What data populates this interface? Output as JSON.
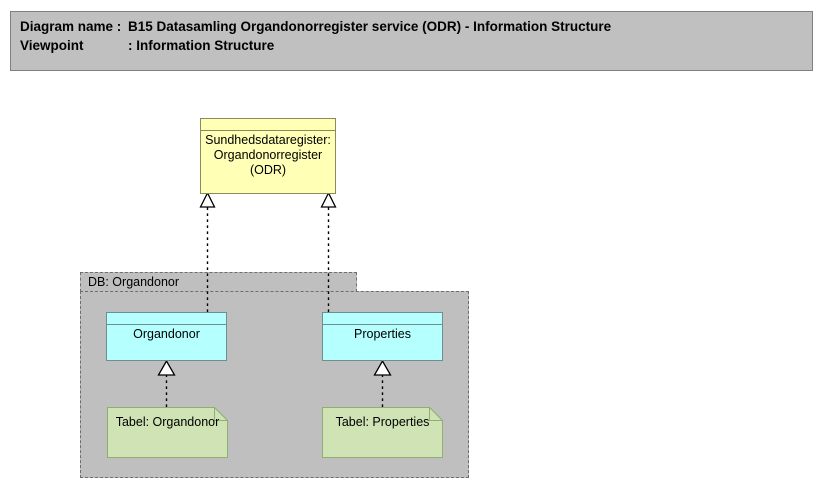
{
  "header": {
    "line1_label": "Diagram name :",
    "line1_value": "B15 Datasamling Organdonorregister service (ODR) - Information Structure",
    "line2_label": "Viewpoint",
    "line2_value": ": Information Structure",
    "background_color": "#c0c0c0",
    "border_color": "#808080"
  },
  "diagram": {
    "type": "archimate-information-structure",
    "collection": {
      "label": "Sundhedsdataregister:\nOrgandonorregister\n(ODR)",
      "fill_color": "#ffffb5",
      "border_color": "#8a8a5e"
    },
    "group": {
      "label": "DB: Organdonor",
      "fill_color": "#bfbfbf",
      "border_color": "#6e6e6e",
      "border_style": "dashed"
    },
    "entities": [
      {
        "label": "Organdonor",
        "fill_color": "#b5ffff",
        "border_color": "#6e8f8f"
      },
      {
        "label": "Properties",
        "fill_color": "#b5ffff",
        "border_color": "#6e8f8f"
      }
    ],
    "tables": [
      {
        "label": "Tabel: Organdonor",
        "fill_color": "#cfe3b4",
        "border_color": "#8fae72"
      },
      {
        "label": "Tabel: Properties",
        "fill_color": "#cfe3b4",
        "border_color": "#8fae72"
      }
    ],
    "relations": [
      {
        "name": "realization",
        "from": "Organdonor",
        "to": "Sundhedsdataregister: Organdonorregister (ODR)",
        "line_style": "dotted",
        "arrowhead": "hollow-triangle"
      },
      {
        "name": "realization",
        "from": "Properties",
        "to": "Sundhedsdataregister: Organdonorregister (ODR)",
        "line_style": "dotted",
        "arrowhead": "hollow-triangle"
      },
      {
        "name": "realization",
        "from": "Tabel: Organdonor",
        "to": "Organdonor",
        "line_style": "dotted",
        "arrowhead": "hollow-triangle"
      },
      {
        "name": "realization",
        "from": "Tabel: Properties",
        "to": "Properties",
        "line_style": "dotted",
        "arrowhead": "hollow-triangle"
      }
    ]
  }
}
